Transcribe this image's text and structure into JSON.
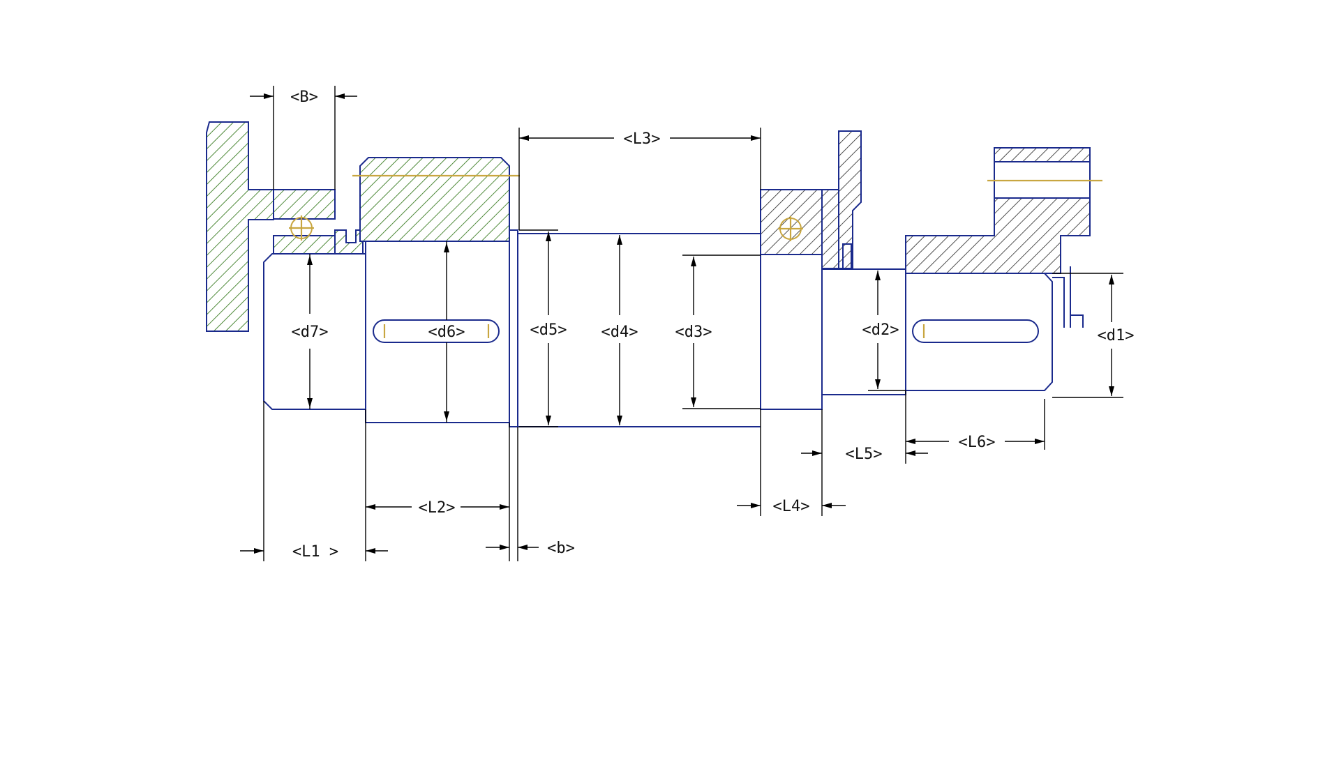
{
  "drawing": {
    "colors": {
      "outline": "#1a2a8c",
      "hatch_green": "#4f8a3a",
      "hatch_black": "#222222",
      "centerline": "#c8a640",
      "dimension": "#000000"
    },
    "labels": {
      "B": "<B>",
      "L3": "<L3>",
      "L1": "<L1   >",
      "L2": "<L2>",
      "b": "<b>",
      "L4": "<L4>",
      "L5": "<L5>",
      "L6": "<L6>",
      "d1": "<d1>",
      "d2": "<d2>",
      "d3": "<d3>",
      "d4": "<d4>",
      "d5": "<d5>",
      "d6": "<d6>",
      "d7": "<d7>"
    }
  }
}
